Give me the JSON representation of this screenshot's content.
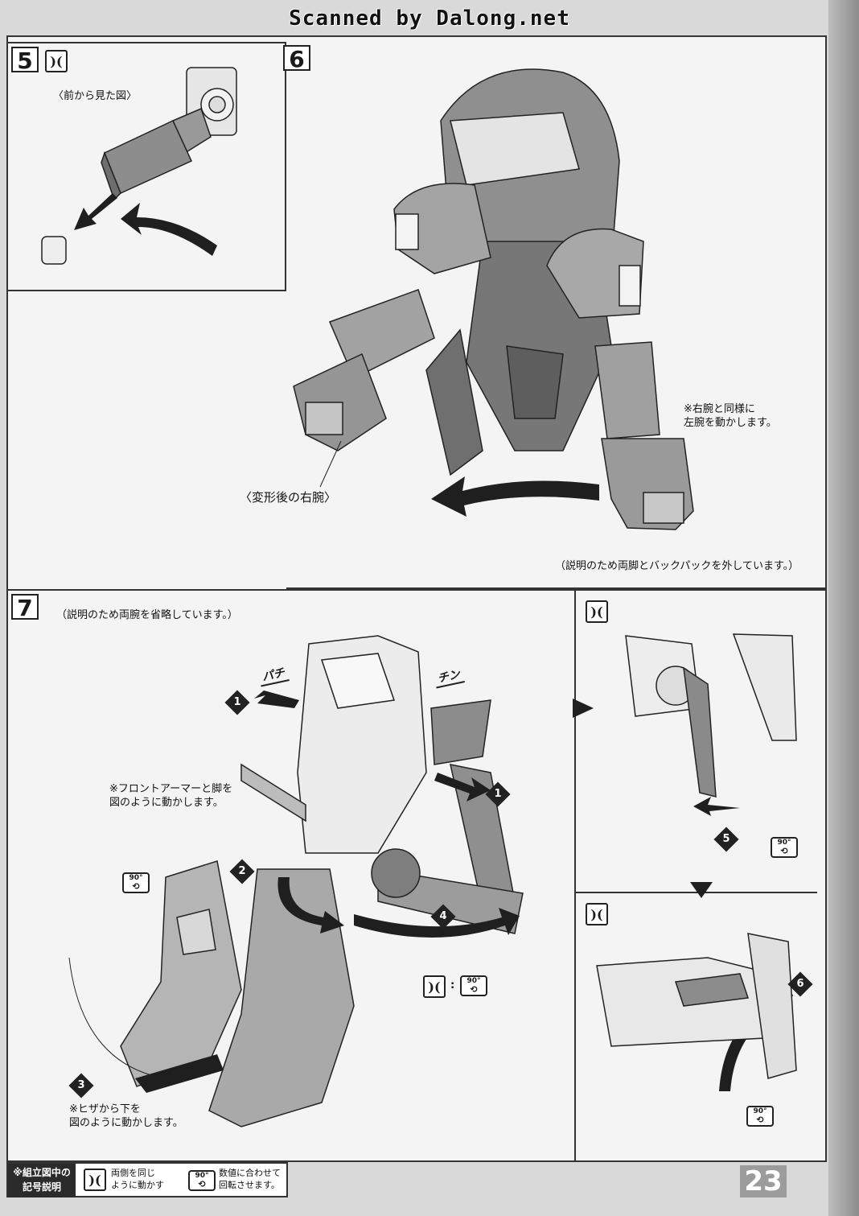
{
  "watermark": "Scanned by Dalong.net",
  "step5": {
    "number": "5",
    "symbol": ")(",
    "caption": "〈前から見た図〉"
  },
  "step6": {
    "number": "6",
    "note_left_arm": "※右腕と同様に\n左腕を動かします。",
    "label_right_arm": "〈変形後の右腕〉",
    "note_removed": "（説明のため両脚とバックパックを外しています。）"
  },
  "step7": {
    "number": "7",
    "note_arms_omitted": "（説明のため両腕を省略しています。）",
    "note_front_armor": "※フロントアーマーと脚を\n図のように動かします。",
    "note_knee": "※ヒザから下を\n図のように動かします。",
    "sfx_pachi": "パチ",
    "sfx_chin": "チン",
    "step_badges": [
      "1",
      "1",
      "2",
      "3",
      "4",
      "5",
      "6"
    ],
    "rotate_label": "90°",
    "combo_separator": ":"
  },
  "legend": {
    "heading": "※組立図中の\n記号説明",
    "symbol_both": "両側を同じ\nように動かす",
    "symbol_rotate": "数値に合わせて\n回転させます。",
    "rotate_label": "90°"
  },
  "page_number": "23",
  "colors": {
    "line": "#222222",
    "panel": "#f4f4f4",
    "part_fill": "#9a9a9a",
    "part_dark": "#6e6e6e",
    "arrow": "#1f1f1f"
  }
}
